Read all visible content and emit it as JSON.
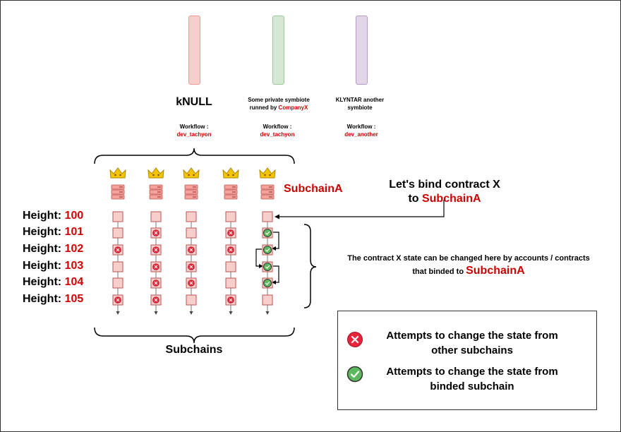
{
  "symbiotes": [
    {
      "title": "kNULL",
      "title_suffix": "",
      "title_suffix_accent": "",
      "workflow_label": "Workflow :",
      "workflow_value": "dev_tachyon",
      "color": "#f8cecc",
      "border": "#e89c98"
    },
    {
      "title": "Some private symbiote",
      "title_suffix": "runned by ",
      "title_suffix_accent": "CompanyX",
      "workflow_label": "Workflow :",
      "workflow_value": "dev_tachyon",
      "color": "#d5e8d4",
      "border": "#99c796"
    },
    {
      "title": "KLYNTAR another",
      "title_suffix": "symbiote",
      "title_suffix_accent": "",
      "workflow_label": "Workflow :",
      "workflow_value": "dev_another",
      "color": "#e1d5e7",
      "border": "#b39bc1"
    }
  ],
  "subchain_label": "SubchainA",
  "subchains_caption": "Subchains",
  "heights": [
    {
      "label": "Height:",
      "value": "100"
    },
    {
      "label": "Height:",
      "value": "101"
    },
    {
      "label": "Height:",
      "value": "102"
    },
    {
      "label": "Height:",
      "value": "103"
    },
    {
      "label": "Height:",
      "value": "104"
    },
    {
      "label": "Height:",
      "value": "105"
    }
  ],
  "grid": [
    [
      "empty",
      "empty",
      "empty",
      "empty",
      "empty"
    ],
    [
      "empty",
      "x",
      "empty",
      "x",
      "check"
    ],
    [
      "x",
      "x",
      "x",
      "x",
      "check"
    ],
    [
      "empty",
      "x",
      "x",
      "empty",
      "check"
    ],
    [
      "empty",
      "x",
      "x",
      "empty",
      "check"
    ],
    [
      "x",
      "x",
      "empty",
      "x",
      "empty"
    ]
  ],
  "bind_text_line1": "Let's bind contract X",
  "bind_text_line2_prefix": "to ",
  "bind_text_line2_accent": "SubchainA",
  "state_text_line1": "The contract X state can be changed here by accounts / contracts",
  "state_text_line2_prefix": "that binded to ",
  "state_text_line2_accent": "SubchainA",
  "legend": [
    {
      "icon": "x",
      "text_line1": "Attempts to change the state from",
      "text_line2": "other subchains"
    },
    {
      "icon": "check",
      "text_line1": "Attempts to change the state from",
      "text_line2": "binded subchain"
    }
  ],
  "colors": {
    "accent_red": "#cc0000",
    "block_fill": "#f8cecc",
    "block_border": "#b85450",
    "x_fill": "#e6243a",
    "check_fill": "#5cb85c",
    "crown": "#f5c400"
  }
}
